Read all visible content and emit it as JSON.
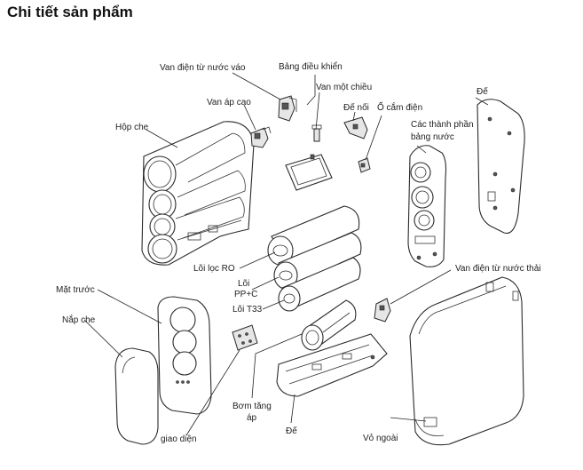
{
  "title": "Chi tiết sản phẩm",
  "labels": {
    "van_dien_nuoc_vao": "Van điện từ nước váo",
    "bang_dieu_khien": "Bảng điều khiển",
    "van_mot_chieu": "Van một chiều",
    "van_ap_cao": "Van áp cao",
    "de_noi": "Đế nối",
    "o_cam_dien": "Ổ cắm điện",
    "de_top": "Đế",
    "hop_che": "Hộp che",
    "cac_thanh_phan_1": "Các thành phần",
    "cac_thanh_phan_2": "bảng nước",
    "loi_loc_ro": "Lõi lọc RO",
    "loi_pp_1": "Lõi",
    "loi_pp_2": "PP+C",
    "loi_t33": "Lõi T33",
    "van_dien_nuoc_thai": "Van điện từ nước thải",
    "mat_truoc": "Mặt trước",
    "nap_che": "Nắp che",
    "bom_tang_ap_1": "Bơm tăng",
    "bom_tang_ap_2": "áp",
    "de_bottom": "Đế",
    "vo_ngoai": "Vỏ ngoài",
    "giao_dien": "giao diện"
  }
}
